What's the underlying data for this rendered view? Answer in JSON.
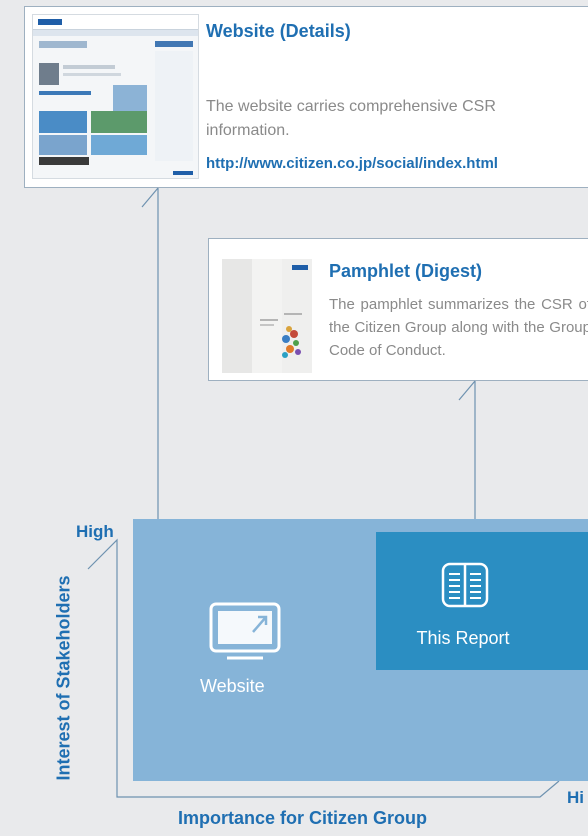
{
  "website_card": {
    "title": "Website (Details)",
    "description": "The website carries comprehensive CSR information.",
    "url": "http://www.citizen.co.jp/social/index.html"
  },
  "pamphlet_card": {
    "title": "Pamphlet (Digest)",
    "description": "The pamphlet summarizes the CSR of the Citizen Group along with the Group Code of Conduct."
  },
  "matrix": {
    "website_label": "Website",
    "report_label": "This Report"
  },
  "axes": {
    "y_label": "Interest of Stakeholders",
    "y_high": "High",
    "x_label": "Importance for Citizen Group",
    "x_high": "Hi"
  },
  "colors": {
    "accent": "#1f6fb2",
    "matrix_bg": "#86b4d8",
    "report_bg": "#2b8ec2"
  }
}
